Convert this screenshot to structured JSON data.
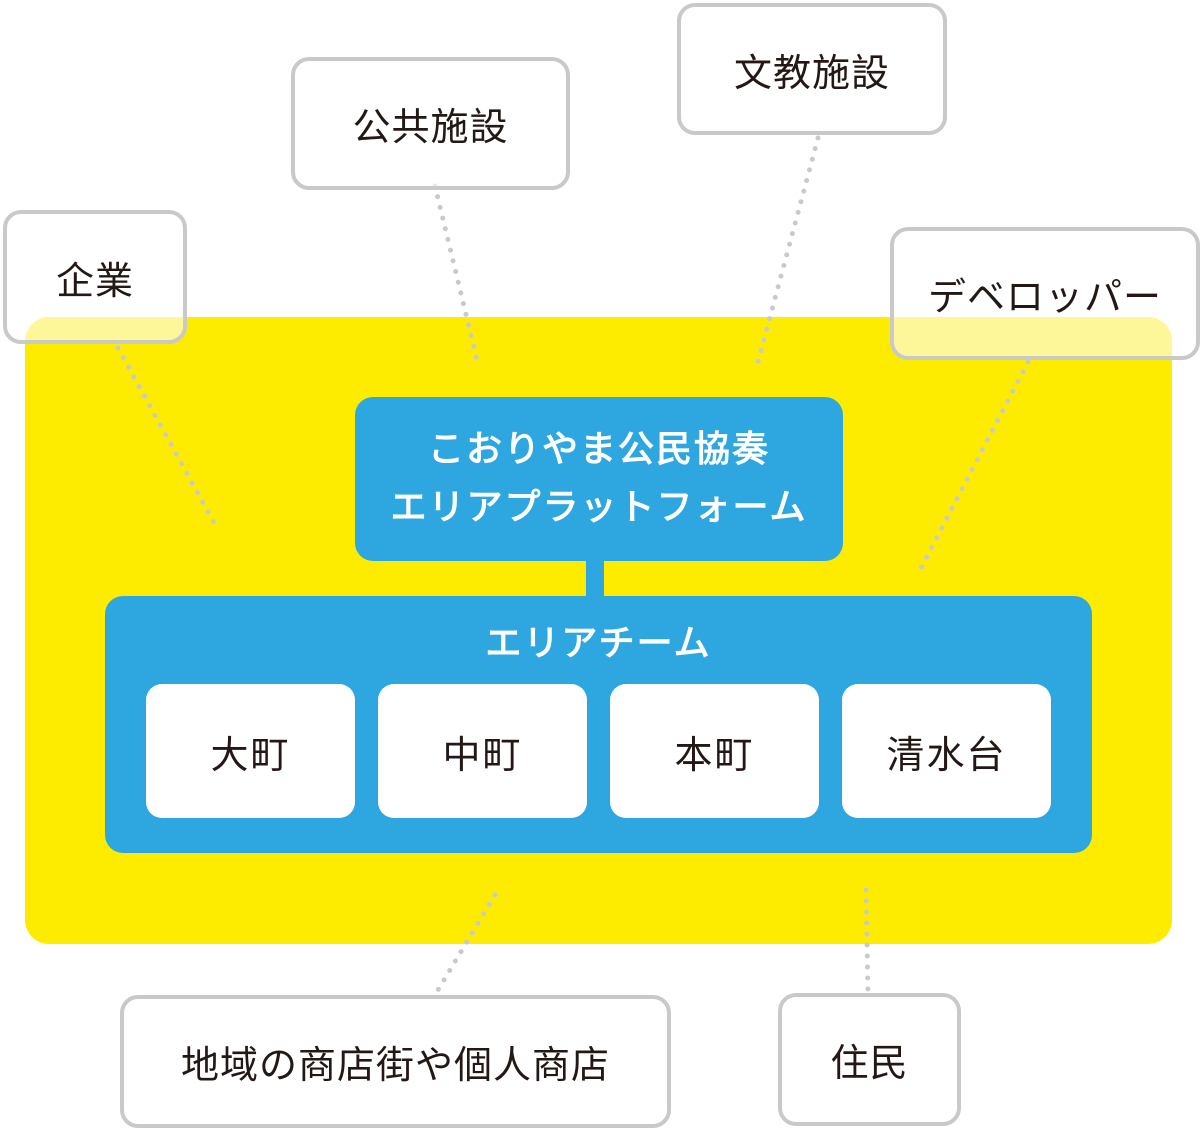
{
  "diagram": {
    "platform": {
      "line1": "こおりやま公民協奏",
      "line2": "エリアプラットフォーム"
    },
    "area_team": {
      "title": "エリアチーム",
      "districts": [
        "大町",
        "中町",
        "本町",
        "清水台"
      ]
    },
    "stakeholders": {
      "company": "企業",
      "public_facilities": "公共施設",
      "education_facilities": "文教施設",
      "developer": "デベロッパー",
      "local_shops": "地域の商店街や個人商店",
      "residents": "住民"
    },
    "colors": {
      "background_area": "#fdec00",
      "platform_blue": "#2ea7e0",
      "box_border": "#c9c9c9",
      "text": "#231815"
    }
  }
}
